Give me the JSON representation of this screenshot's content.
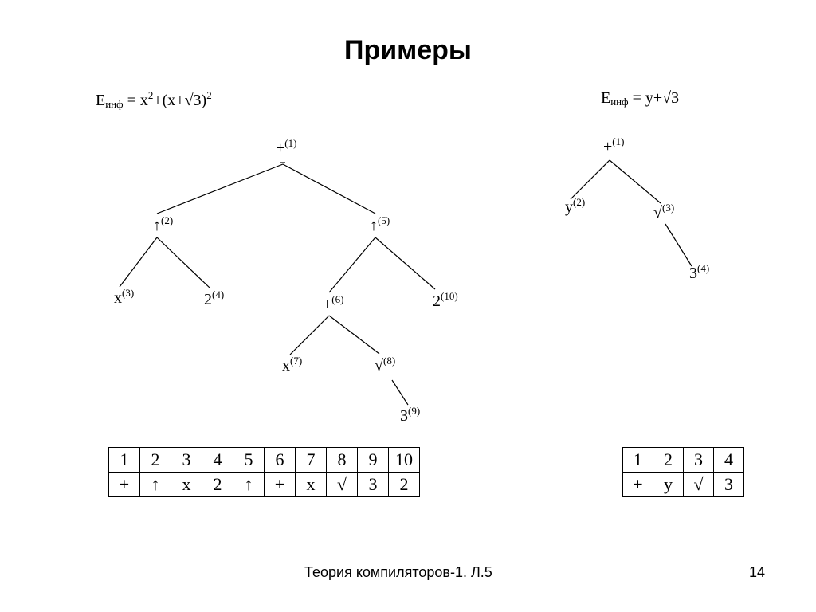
{
  "title": "Примеры",
  "formula_left": {
    "lhs": "E",
    "lhs_sub": "инф",
    "eq": " = ",
    "p1": "x",
    "sup1": "2",
    "p2": "+(x+√3)",
    "sup2": "2"
  },
  "formula_right": {
    "lhs": "E",
    "lhs_sub": "инф",
    "eq": " = ",
    "rhs": "y+√3"
  },
  "tree_left": {
    "nodes": [
      {
        "id": 1,
        "sym": "+",
        "idx": "(1)"
      },
      {
        "id": 2,
        "sym": "↑",
        "idx": "(2)"
      },
      {
        "id": 3,
        "sym": "x",
        "idx": "(3)"
      },
      {
        "id": 4,
        "sym": "2",
        "idx": "(4)"
      },
      {
        "id": 5,
        "sym": "↑",
        "idx": "(5)"
      },
      {
        "id": 6,
        "sym": "+",
        "idx": "(6)"
      },
      {
        "id": 7,
        "sym": "x",
        "idx": "(7)"
      },
      {
        "id": 8,
        "sym": "√",
        "idx": "(8)"
      },
      {
        "id": 9,
        "sym": "3",
        "idx": "(9)"
      },
      {
        "id": 10,
        "sym": "2",
        "idx": "(10)"
      }
    ],
    "edges": [
      [
        1,
        2
      ],
      [
        1,
        5
      ],
      [
        2,
        3
      ],
      [
        2,
        4
      ],
      [
        5,
        6
      ],
      [
        5,
        10
      ],
      [
        6,
        7
      ],
      [
        6,
        8
      ],
      [
        8,
        9
      ]
    ]
  },
  "tree_right": {
    "nodes": [
      {
        "id": 1,
        "sym": "+",
        "idx": "(1)"
      },
      {
        "id": 2,
        "sym": "y",
        "idx": "(2)"
      },
      {
        "id": 3,
        "sym": "√",
        "idx": "(3)"
      },
      {
        "id": 4,
        "sym": "3",
        "idx": "(4)"
      }
    ],
    "edges": [
      [
        1,
        2
      ],
      [
        1,
        3
      ],
      [
        3,
        4
      ]
    ]
  },
  "table_left": {
    "row1": [
      "1",
      "2",
      "3",
      "4",
      "5",
      "6",
      "7",
      "8",
      "9",
      "10"
    ],
    "row2": [
      "+",
      "↑",
      "x",
      "2",
      "↑",
      "+",
      "x",
      "√",
      "3",
      "2"
    ]
  },
  "table_right": {
    "row1": [
      "1",
      "2",
      "3",
      "4"
    ],
    "row2": [
      "+",
      "y",
      "√",
      "3"
    ]
  },
  "footer": {
    "text": "Теория компиляторов-1. Л.5",
    "page": "14"
  }
}
